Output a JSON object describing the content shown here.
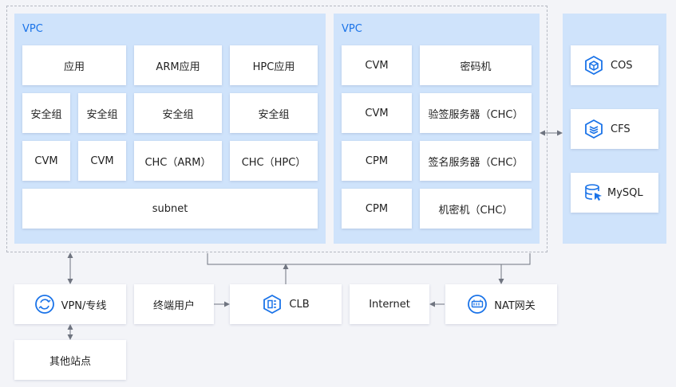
{
  "vpc_left": {
    "label": "VPC",
    "row1": [
      "应用",
      "ARM应用",
      "HPC应用"
    ],
    "row2": [
      "安全组",
      "安全组",
      "安全组",
      "安全组"
    ],
    "row3": [
      "CVM",
      "CVM",
      "CHC（ARM）",
      "CHC（HPC）"
    ],
    "subnet": "subnet"
  },
  "vpc_right": {
    "label": "VPC",
    "rows": [
      [
        "CVM",
        "密码机"
      ],
      [
        "CVM",
        "验签服务器（CHC）"
      ],
      [
        "CPM",
        "签名服务器（CHC）"
      ],
      [
        "CPM",
        "机密机（CHC）"
      ]
    ]
  },
  "storage": {
    "cos": "COS",
    "cfs": "CFS",
    "mysql": "MySQL"
  },
  "bottom": {
    "vpn": "VPN/专线",
    "other_sites": "其他站点",
    "terminal_user": "终端用户",
    "clb": "CLB",
    "internet": "Internet",
    "nat": "NAT网关"
  },
  "colors": {
    "vpc_bg": "#cfe3fb",
    "accent": "#1a73e8",
    "line": "#6f7480"
  },
  "icons": [
    "vpn-icon",
    "clb-icon",
    "nat-gateway-icon",
    "cos-icon",
    "cfs-icon",
    "mysql-icon"
  ]
}
